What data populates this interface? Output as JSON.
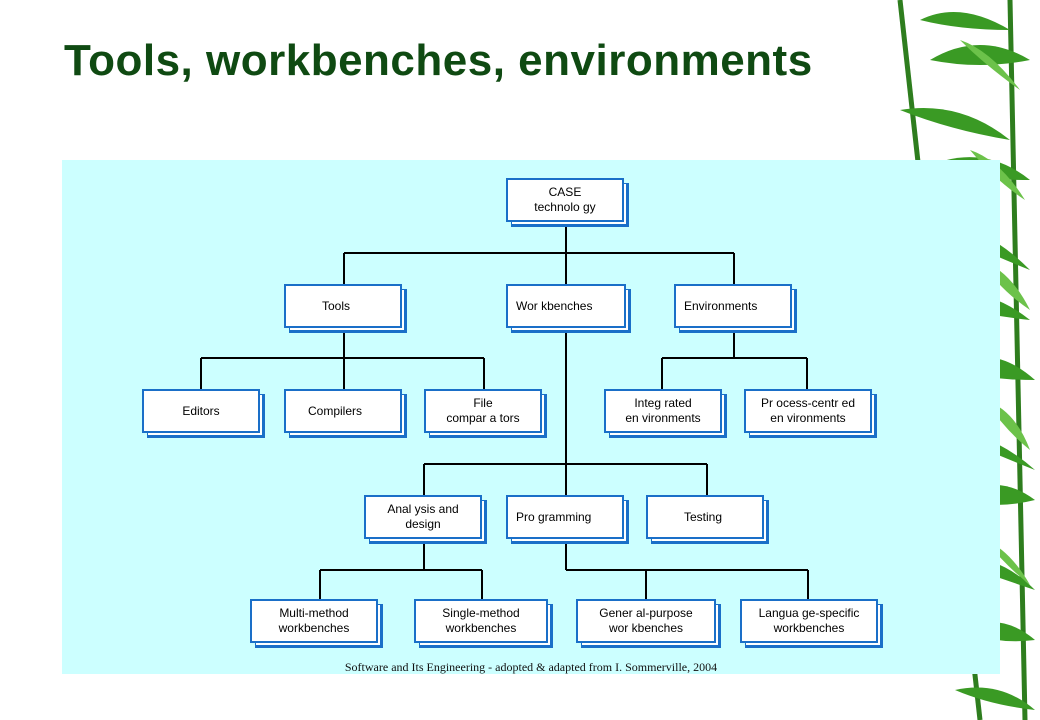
{
  "slide": {
    "title": "Tools, workbenches, environments",
    "footer": "Software and Its Engineering - adopted & adapted from I. Sommerville, 2004"
  },
  "colors": {
    "title": "#0f4a12",
    "panel_bg": "#ccffff",
    "box_border": "#1a6fc8",
    "connector": "#000000"
  },
  "diagram": {
    "root": "CASE\ntechnolo   gy",
    "level1": {
      "tools": "Tools",
      "workbenches": "Wor kbenches",
      "environments": "Environments"
    },
    "tools_children": {
      "editors": "Editors",
      "compilers": "Compilers",
      "file_comparators": "File\ncompar  a tors"
    },
    "environment_children": {
      "integrated": "Integ rated\nen vironments",
      "process_centred": "Pr ocess-centr    ed\nen vironments"
    },
    "workbench_children": {
      "analysis_design": "Anal ysis and\ndesign",
      "programming": "Pro gramming",
      "testing": "Testing"
    },
    "leaves": {
      "multi_method": "Multi-method\nworkbenches",
      "single_method": "Single-method\nworkbenches",
      "general_purpose": "Gener al-purpose\nwor kbenches",
      "language_specific": "Langua  ge-specific\nworkbenches"
    }
  }
}
